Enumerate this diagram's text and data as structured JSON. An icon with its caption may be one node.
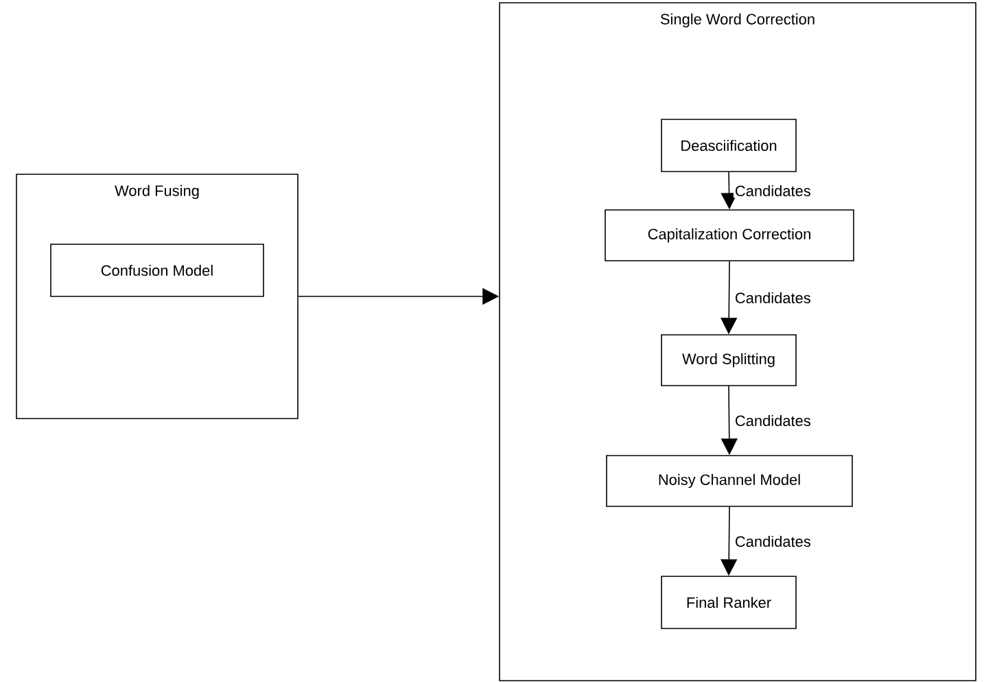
{
  "diagram": {
    "nodes": [
      {
        "text": [
          "Word Fusing"
        ]
      },
      {
        "text": [
          "Confusion Model"
        ],
        "in": 0
      },
      {
        "text": [
          "Single Word Correction"
        ]
      },
      {
        "text": [
          "Deasciification"
        ],
        "in": 2
      },
      {
        "text": [
          "Capitalization Correction"
        ],
        "in": 2
      },
      {
        "text": [
          "Word Splitting"
        ],
        "in": 2
      },
      {
        "text": [
          "Noisy Channel Model"
        ],
        "in": 2
      },
      {
        "text": [
          "Final Ranker"
        ],
        "in": 2
      }
    ],
    "edges": [
      {
        "from": 0,
        "to": 2,
        "arrow": "to"
      },
      {
        "from": 3,
        "to": 4,
        "arrow": "to",
        "label": "Candidates"
      },
      {
        "from": 4,
        "to": 5,
        "arrow": "to",
        "label": "Candidates"
      },
      {
        "from": 5,
        "to": 6,
        "arrow": "to",
        "label": "Candidates"
      },
      {
        "from": 6,
        "to": 7,
        "arrow": "to",
        "label": "Candidates"
      }
    ]
  }
}
